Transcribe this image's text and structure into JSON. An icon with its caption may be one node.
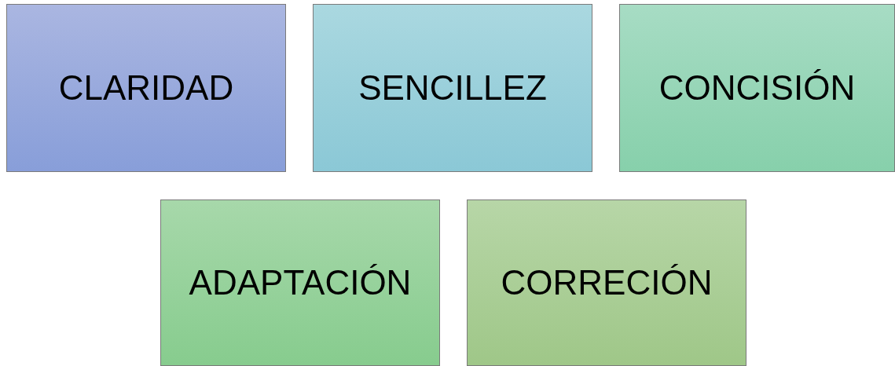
{
  "diagram": {
    "nodes": [
      {
        "text": [
          "CLARIDAD"
        ]
      },
      {
        "text": [
          "SENCILLEZ"
        ]
      },
      {
        "text": [
          "CONCISIÓN"
        ]
      },
      {
        "text": [
          "ADAPTACIÓN"
        ]
      },
      {
        "text": [
          "CORRECIÓN"
        ]
      }
    ]
  }
}
